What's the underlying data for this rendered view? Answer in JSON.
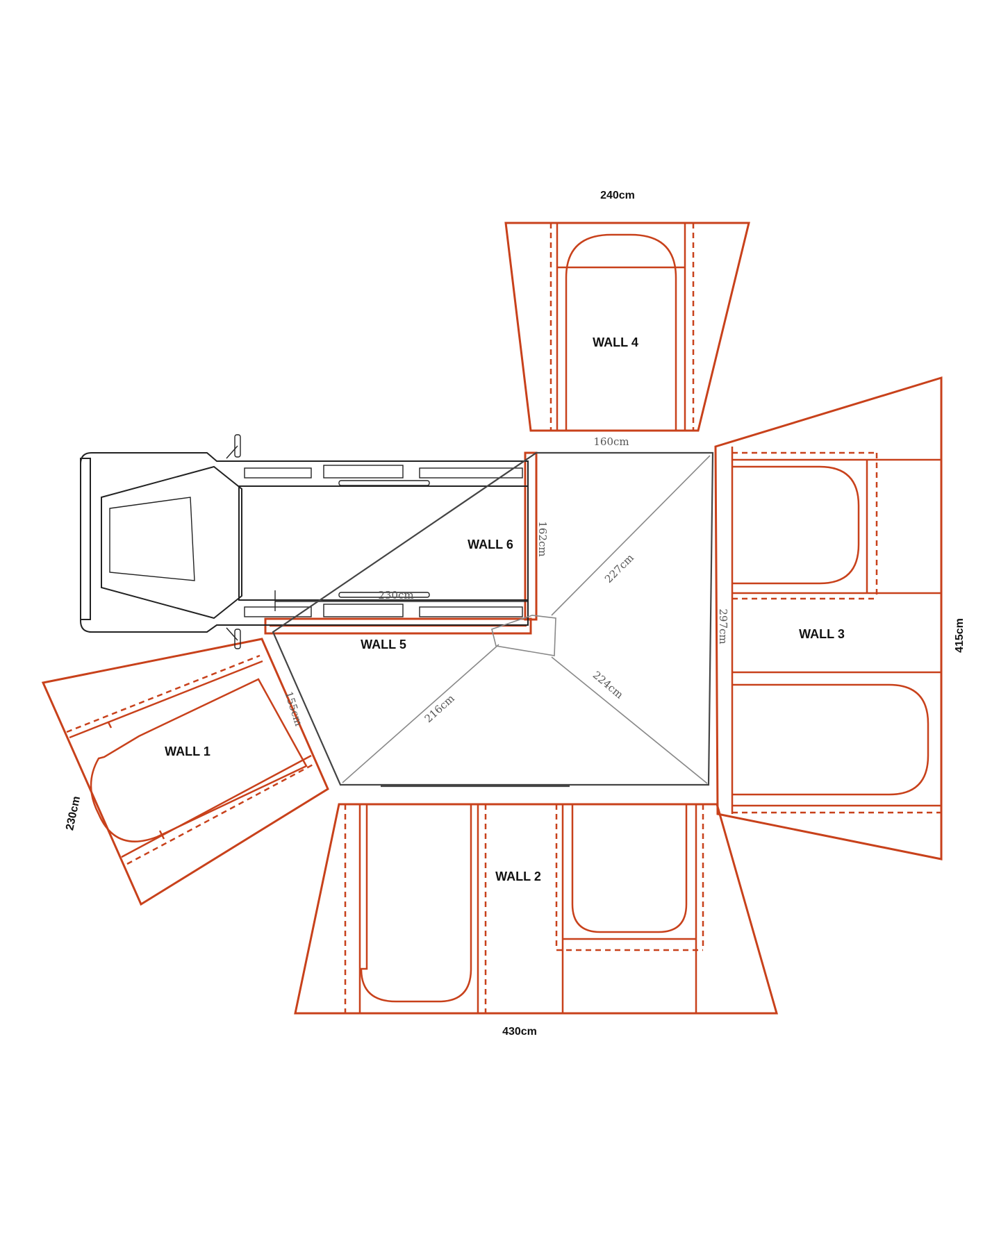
{
  "colors": {
    "wall": "#c8411b",
    "truck": "#222222",
    "awning": "#444444",
    "diagonal": "#888888"
  },
  "walls": {
    "wall1": "WALL 1",
    "wall2": "WALL 2",
    "wall3": "WALL 3",
    "wall4": "WALL 4",
    "wall5": "WALL 5",
    "wall6": "WALL 6"
  },
  "dimensions": {
    "top_width": "240cm",
    "bottom_width": "430cm",
    "right_height": "415cm",
    "left_height": "230cm",
    "awning_top": "160cm",
    "awning_right": "297cm",
    "wall6_height": "162cm",
    "wall1_side": "155cm",
    "diag_upper": "227cm",
    "diag_lower_right": "224cm",
    "diag_lower_left": "216cm",
    "truck_length": "230cm"
  }
}
